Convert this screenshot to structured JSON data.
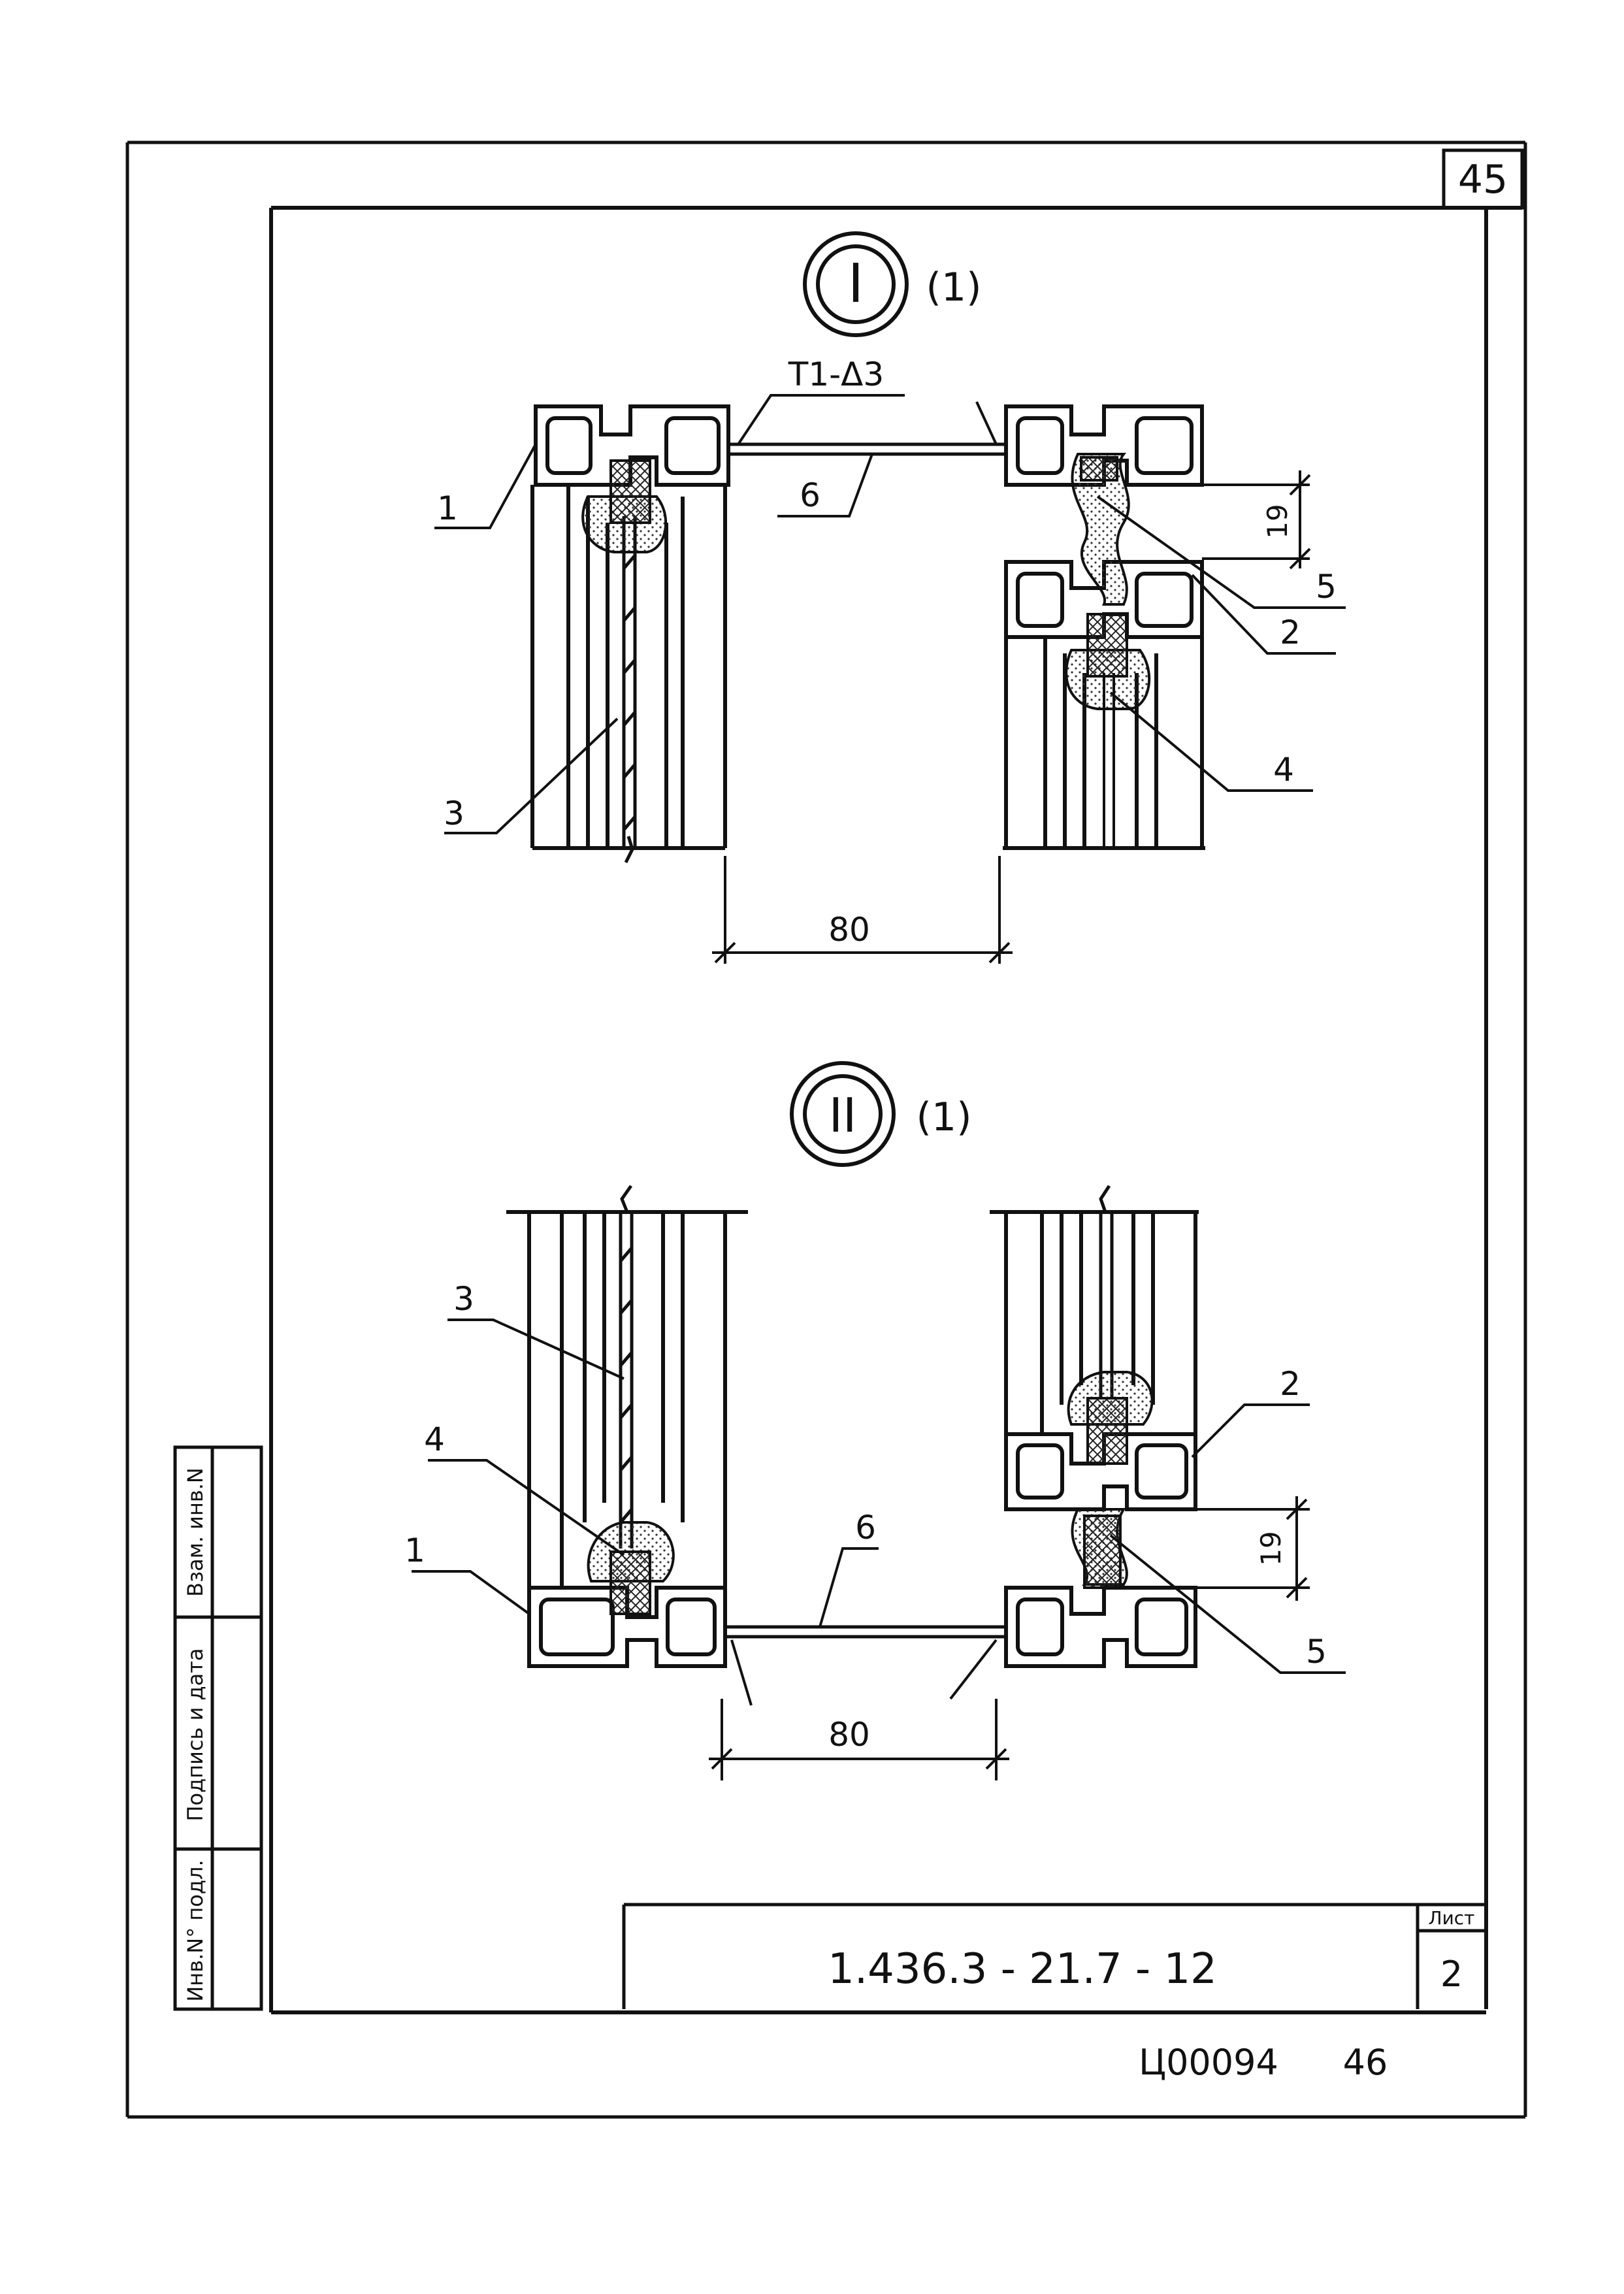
{
  "page": {
    "corner_number": "45",
    "bottom_code": "Ц00094",
    "bottom_number": "46"
  },
  "title_block": {
    "designation": "1.436.3 - 21.7 - 12",
    "sheet_label": "Лист",
    "sheet_number": "2"
  },
  "side_stamp": {
    "col1": "Инв.N° подл.",
    "col2": "Подпись и дата",
    "col3": "Взам. инв.N"
  },
  "detail_1": {
    "mark": "I",
    "ref": "(1)",
    "weld_label": "Т1-Δ3",
    "dimension_80": "80",
    "dimension_19": "19",
    "callouts": [
      "1",
      "6",
      "5",
      "2",
      "3",
      "4"
    ]
  },
  "detail_2": {
    "mark": "II",
    "ref": "(1)",
    "dimension_80": "80",
    "dimension_19": "19",
    "callouts": [
      "3",
      "2",
      "4",
      "6",
      "1",
      "5"
    ]
  }
}
